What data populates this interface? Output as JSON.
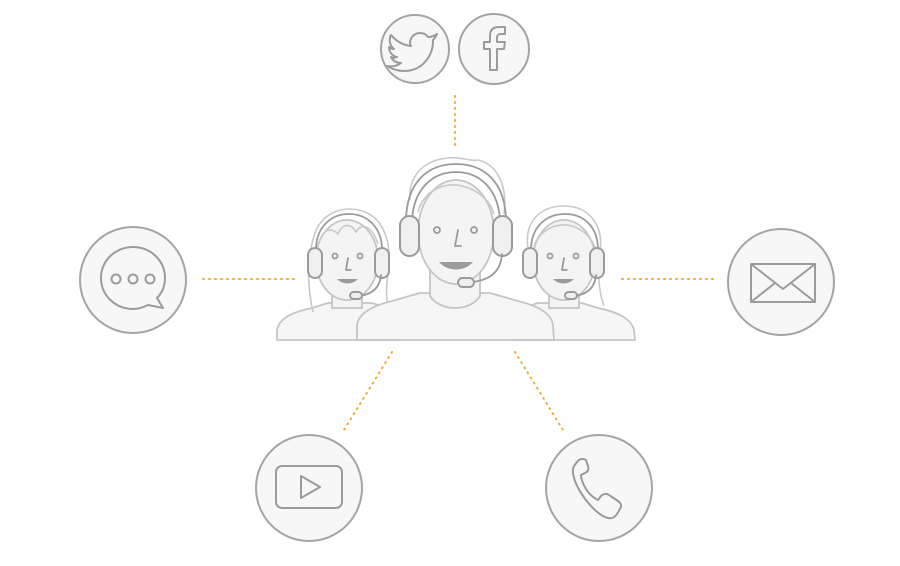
{
  "colors": {
    "connector": "#f2a93b",
    "icon_stroke": "#9a9b9d",
    "ring_stroke": "#a3a4a6",
    "ring_fill": "#f7f7f7"
  },
  "center": {
    "icon": "support-team-icon"
  },
  "channels": [
    {
      "id": "twitter",
      "icon": "twitter-icon"
    },
    {
      "id": "facebook",
      "icon": "facebook-icon"
    },
    {
      "id": "chat",
      "icon": "chat-bubble-icon"
    },
    {
      "id": "email",
      "icon": "envelope-icon"
    },
    {
      "id": "video",
      "icon": "video-play-icon"
    },
    {
      "id": "phone",
      "icon": "phone-icon"
    }
  ]
}
